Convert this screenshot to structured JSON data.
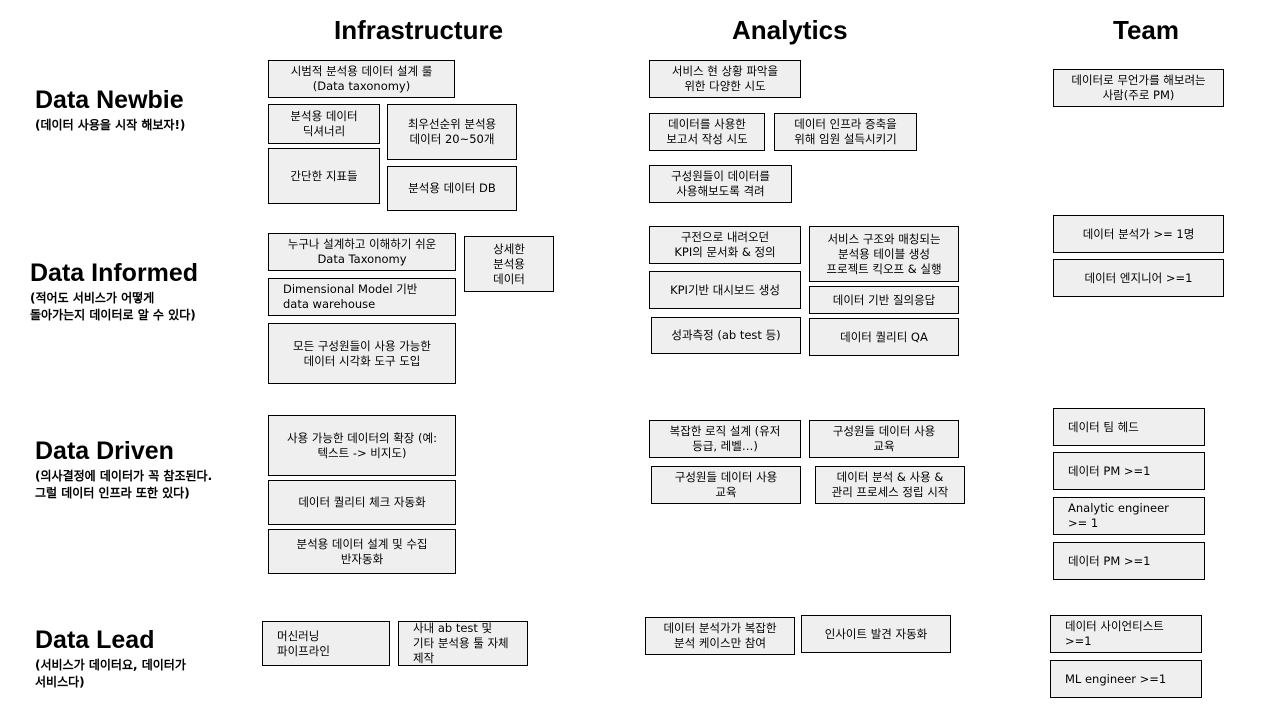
{
  "columns": {
    "infrastructure": "Infrastructure",
    "analytics": "Analytics",
    "team": "Team"
  },
  "rows": {
    "newbie": {
      "title": "Data Newbie",
      "subtitle": "(데이터 사용을 시작 해보자!)"
    },
    "informed": {
      "title": "Data Informed",
      "subtitle": "(적어도 서비스가 어떻게\n돌아가는지 데이터로 알 수 있다)"
    },
    "driven": {
      "title": "Data Driven",
      "subtitle": "(의사결정에 데이터가 꼭 참조된다.\n그럴 데이터 인프라 또한 있다)"
    },
    "lead": {
      "title": "Data Lead",
      "subtitle": "(서비스가 데이터요, 데이터가\n서비스다)"
    }
  },
  "infra": {
    "taxonomy_trial": "시범적 분석용 데이터 설계 룰\n(Data taxonomy)",
    "dictionary": "분석용 데이터\n딕셔너리",
    "priority_data": "최우선순위 분석용\n데이터 20~50개",
    "simple_metrics": "간단한 지표들",
    "analysis_db": "분석용 데이터 DB",
    "easy_taxonomy": "누구나 설계하고 이해하기 쉬운\nData Taxonomy",
    "detailed_data": "상세한\n분석용\n데이터",
    "dimensional_dw": "Dimensional Model 기반\ndata warehouse",
    "viz_tool": "모든 구성원들이 사용 가능한\n데이터 시각화 도구 도입",
    "data_expansion": "사용 가능한 데이터의 확장 (예:\n텍스트 -> 비지도)",
    "quality_check_auto": "데이터 퀄리티 체크 자동화",
    "design_collect_auto": "분석용 데이터 설계 및 수집\n반자동화",
    "ml_pipeline": "머신러닝\n파이프라인",
    "in_house_tools": "사내 ab test 및\n기타 분석용 툴 자체\n제작"
  },
  "analytics": {
    "situation": "서비스 현 상황 파악을\n위한 다양한 시도",
    "report": "데이터를 사용한\n보고서 작성 시도",
    "persuade": "데이터 인프라 증축을\n위해 임원 설득시키기",
    "encourage": "구성원들이 데이터를\n사용해보도록 격려",
    "kpi_doc": "구전으로 내려오던\nKPI의 문서화 & 정의",
    "kickoff": "서비스 구조와 매칭되는\n분석용 테이블 생성\n프로젝트 킥오프 & 실행",
    "kpi_dashboard": "KPI기반 대시보드 생성",
    "qa_by_data": "데이터 기반 질의응답",
    "performance": "성과측정 (ab test 등)",
    "quality_qa": "데이터 퀄리티 QA",
    "complex_logic": "복잡한 로직 설계 (유저\n등급, 레벨…)",
    "member_edu_1": "구성원들 데이터 사용\n교육",
    "member_edu_2": "구성원들 데이터 사용\n교육",
    "process": "데이터 분석 & 사용 &\n관리 프로세스 정립 시작",
    "complex_cases": "데이터 분석가가 복잡한\n분석 케이스만 참여",
    "insight_auto": "인사이트 발견 자동화"
  },
  "team": {
    "pm_try": "데이터로 무언가를 해보려는\n사람(주로 PM)",
    "analyst": "데이터 분석가 >= 1명",
    "engineer": "데이터 엔지니어 >=1",
    "team_head": "데이터 팀 헤드",
    "pm_1": "데이터 PM >=1",
    "analytic_engineer": "Analytic engineer\n>= 1",
    "pm_2": "데이터 PM >=1",
    "scientist": "데이터 사이언티스트\n>=1",
    "ml_engineer": "ML engineer  >=1"
  }
}
